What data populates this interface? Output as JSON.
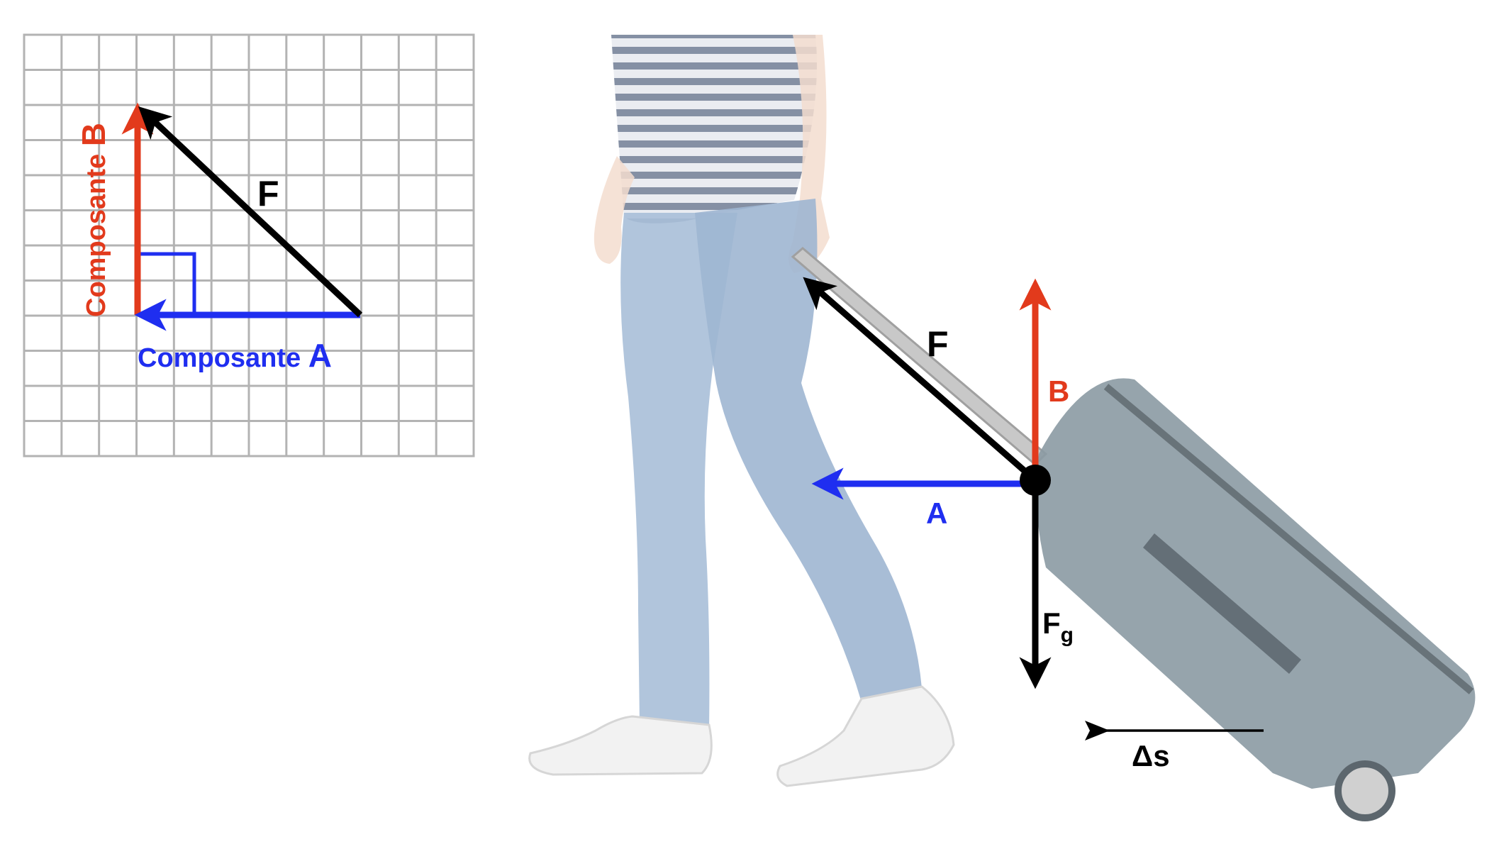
{
  "grid_panel": {
    "force_label": "F",
    "component_b_prefix": "Composante ",
    "component_b_letter": "B",
    "component_a_prefix": "Composante ",
    "component_a_letter": "A"
  },
  "scene": {
    "force_label": "F",
    "component_b_label": "B",
    "component_a_label": "A",
    "gravity_label": "F",
    "gravity_subscript": "g",
    "displacement_label": "Δs"
  },
  "colors": {
    "force": "#000000",
    "component_b": "#e23a1c",
    "component_a": "#1f2ef0",
    "grid_line": "#b3b3b3",
    "jeans": "#a9bfd8",
    "shirt_dark": "#6f7c94",
    "shirt_light": "#e6e9ef",
    "skin": "#f3ddcf",
    "suitcase": "#8b9aa3",
    "suitcase_dark": "#5c666d",
    "shoe": "#f2f2f2"
  }
}
